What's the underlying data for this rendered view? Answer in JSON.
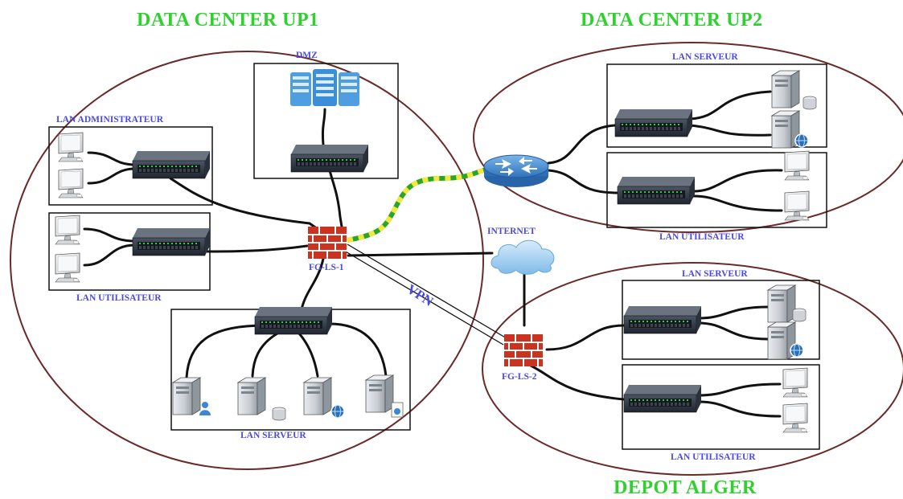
{
  "sites": {
    "up1_title": "DATA CENTER UP1",
    "up2_title": "DATA CENTER UP2",
    "alger_title": "DEPOT ALGER"
  },
  "labels": {
    "dmz": "DMZ",
    "lan_admin": "LAN ADMINISTRATEUR",
    "lan_user_up1": "LAN UTILISATEUR",
    "lan_server_up1": "LAN SERVEUR",
    "fw1": "FG-LS-1",
    "fw2": "FG-LS-2",
    "internet": "INTERNET",
    "vpn": "VPN",
    "lan_server_up2": "LAN SERVEUR",
    "lan_user_up2": "LAN UTILISATEUR",
    "lan_server_alger": "LAN SERVEUR",
    "lan_user_alger": "LAN UTILISATEUR"
  },
  "colors": {
    "title": "#2ed12e",
    "label": "#4a4adf",
    "site_border": "#6b2a2a",
    "link": "#111111",
    "wan_link_a": "#2aa52a",
    "wan_link_b": "#f2e93a",
    "firewall": "#d63a2a",
    "cloud": "#9fd0f2",
    "router": "#3e87d1"
  },
  "icons": {
    "switch": "network-switch-icon",
    "firewall": "firewall-icon",
    "router": "router-icon",
    "cloud": "internet-cloud-icon",
    "workstation": "workstation-icon",
    "server": "server-icon"
  }
}
